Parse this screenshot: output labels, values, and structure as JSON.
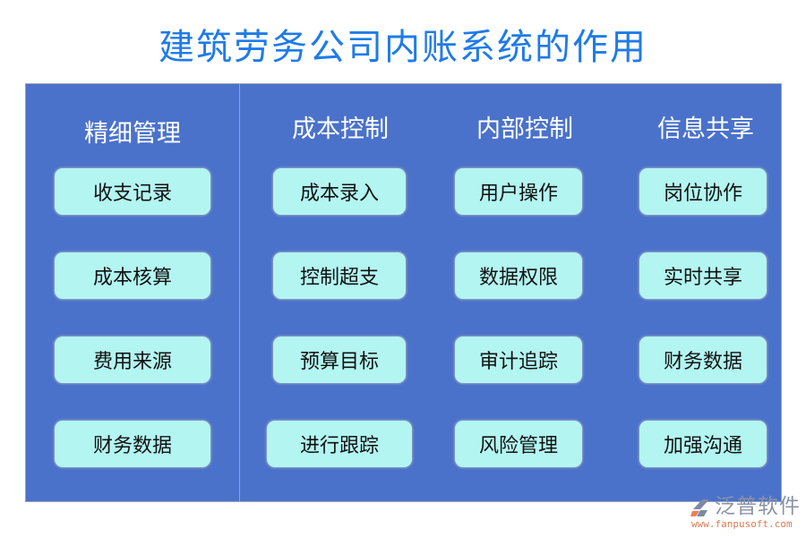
{
  "title": "建筑劳务公司内账系统的作用",
  "colors": {
    "title": "#1f7be8",
    "panel": "#4a72cb",
    "box": "#b3f5f1",
    "heading": "#ffffff"
  },
  "columns": [
    {
      "heading": "精细管理",
      "items": [
        "收支记录",
        "成本核算",
        "费用来源",
        "财务数据"
      ]
    },
    {
      "heading": "成本控制",
      "items": [
        "成本录入",
        "控制超支",
        "预算目标",
        "进行跟踪"
      ]
    },
    {
      "heading": "内部控制",
      "items": [
        "用户操作",
        "数据权限",
        "审计追踪",
        "风险管理"
      ]
    },
    {
      "heading": "信息共享",
      "items": [
        "岗位协作",
        "实时共享",
        "财务数据",
        "加强沟通"
      ]
    }
  ],
  "logo": {
    "name": "泛普软件",
    "url": "www.fanpusoft.com"
  }
}
